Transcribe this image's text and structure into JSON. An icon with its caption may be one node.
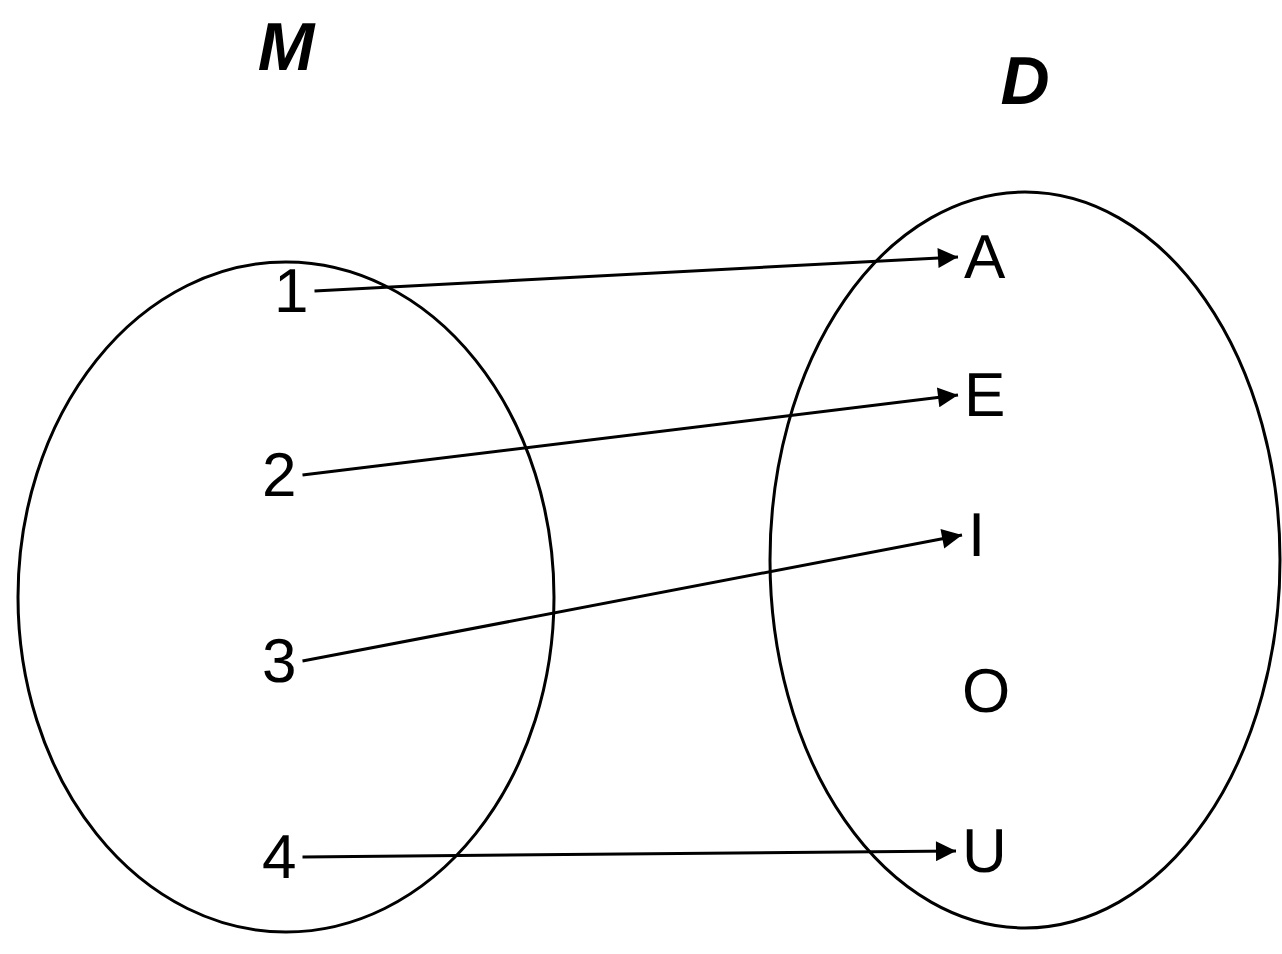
{
  "diagram": {
    "nodes": [
      {
        "text": [
          "M"
        ]
      },
      {
        "text": [
          "1"
        ],
        "in": 0
      },
      {
        "text": [
          "2"
        ],
        "in": 0
      },
      {
        "text": [
          "3"
        ],
        "in": 0
      },
      {
        "text": [
          "4"
        ],
        "in": 0
      },
      {
        "text": [
          "D"
        ]
      },
      {
        "text": [
          "A"
        ],
        "in": 5
      },
      {
        "text": [
          "E"
        ],
        "in": 5
      },
      {
        "text": [
          "I"
        ],
        "in": 5
      },
      {
        "text": [
          "O"
        ],
        "in": 5
      },
      {
        "text": [
          "U"
        ],
        "in": 5
      }
    ],
    "edges": [
      {
        "from": 1,
        "to": 6,
        "arrow": "to"
      },
      {
        "from": 2,
        "to": 7,
        "arrow": "to"
      },
      {
        "from": 3,
        "to": 8,
        "arrow": "to"
      },
      {
        "from": 4,
        "to": 10,
        "arrow": "to"
      }
    ]
  }
}
